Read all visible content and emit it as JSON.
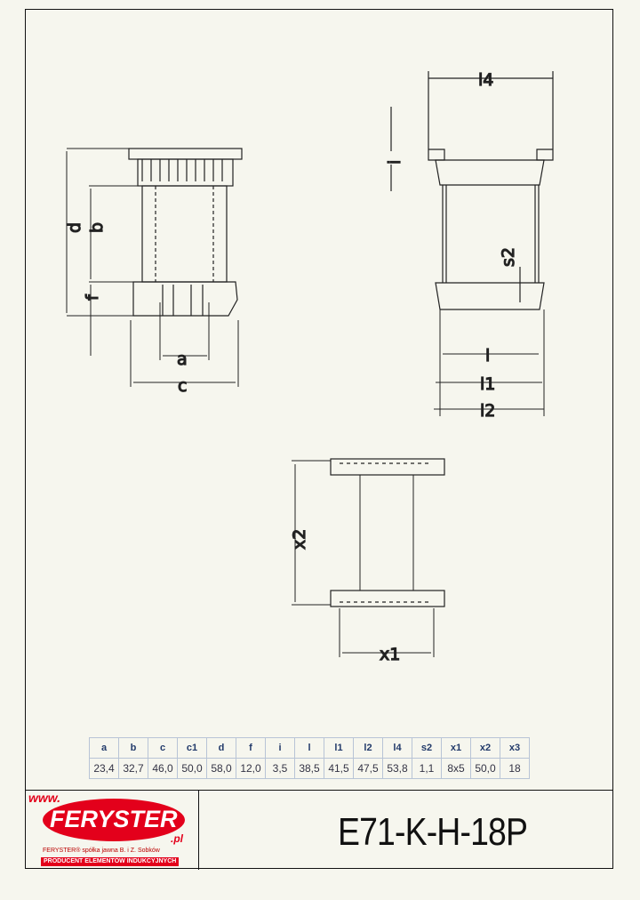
{
  "drawing_labels": {
    "d": "d",
    "b": "b",
    "f": "f",
    "a": "a",
    "c": "c",
    "l4": "l4",
    "i": "i",
    "s2": "s2",
    "l": "l",
    "l1": "l1",
    "l2": "l2",
    "x2": "x2",
    "x1": "x1"
  },
  "spec_table": {
    "headers": [
      "a",
      "b",
      "c",
      "c1",
      "d",
      "f",
      "i",
      "l",
      "l1",
      "l2",
      "l4",
      "s2",
      "x1",
      "x2",
      "x3"
    ],
    "values": [
      "23,4",
      "32,7",
      "46,0",
      "50,0",
      "58,0",
      "12,0",
      "3,5",
      "38,5",
      "41,5",
      "47,5",
      "53,8",
      "1,1",
      "8x5",
      "50,0",
      "18"
    ]
  },
  "logo": {
    "www": "www.",
    "brand": "FERYSTER",
    "tld": ".pl",
    "company": "FERYSTER® spółka jawna B. i Z. Sobków",
    "tagline": "PRODUCENT ELEMENTÓW INDUKCYJNYCH",
    "brand_color": "#e3001b"
  },
  "part_number": "E71-K-H-18P"
}
